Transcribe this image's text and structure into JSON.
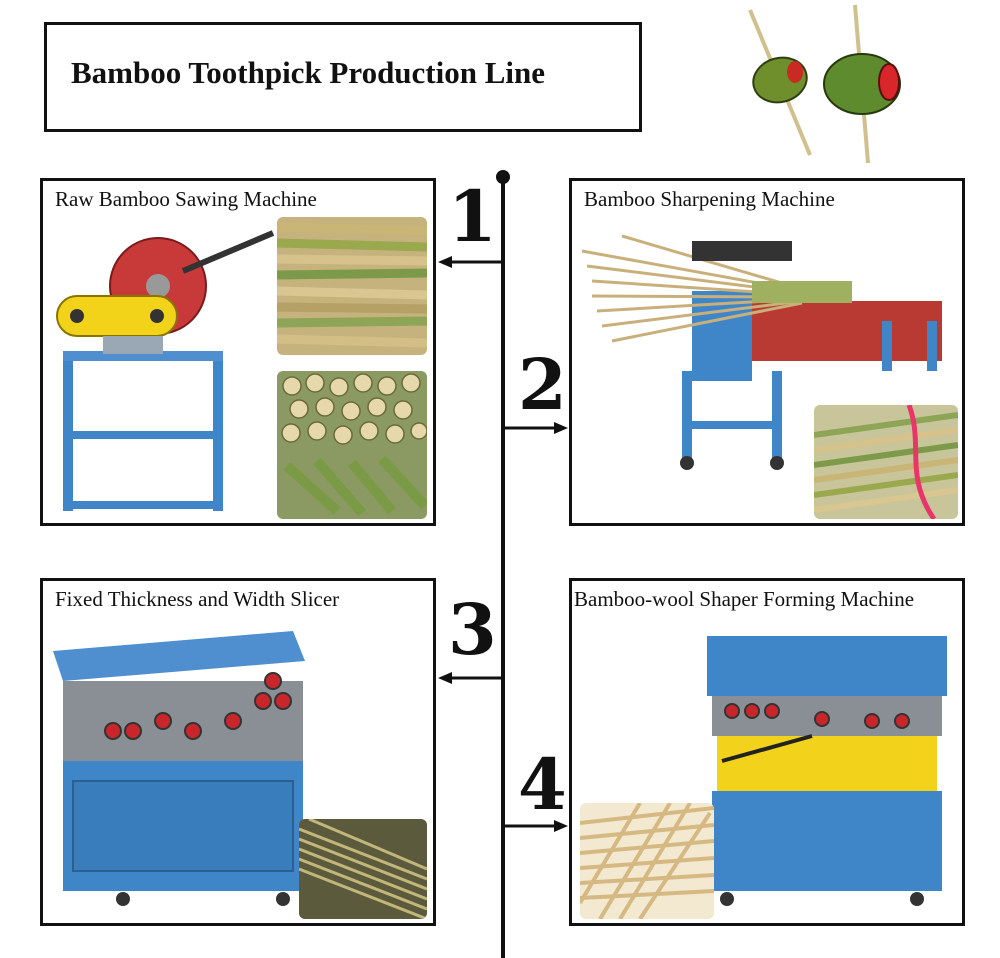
{
  "title": "Bamboo Toothpick Production Line",
  "steps": [
    {
      "number": "1",
      "label": "Raw Bamboo Sawing Machine"
    },
    {
      "number": "2",
      "label": "Bamboo Sharpening Machine"
    },
    {
      "number": "3",
      "label": "Fixed Thickness and Width Slicer"
    },
    {
      "number": "4",
      "label": "Bamboo-wool Shaper Forming Machine"
    }
  ],
  "colors": {
    "machine_blue": "#3f86c8",
    "bamboo_green": "#7d9a4a",
    "bamboo_tan": "#d8c08a",
    "olive_green": "#5e8b2e",
    "pimento_red": "#d8262b"
  }
}
